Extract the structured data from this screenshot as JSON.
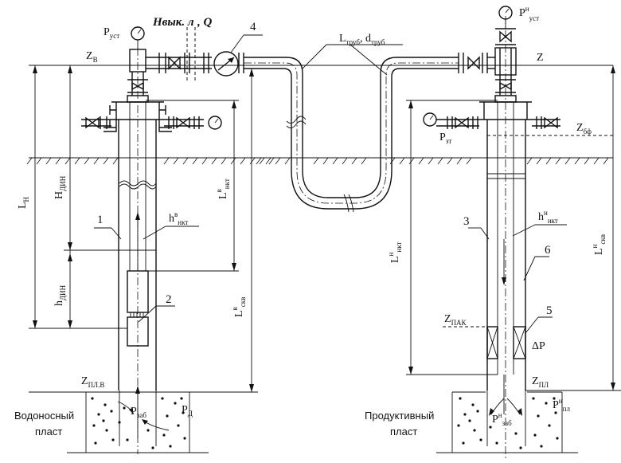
{
  "labels": {
    "p_ust_left": "P",
    "p_ust_left_sub": "уст",
    "h_vyk": "Нвык. л",
    "q": ", Q",
    "n4": "4",
    "l_trub": "L",
    "l_trub_sub": "труб",
    "d_trub": ", d",
    "d_trub_sub": "труб",
    "p_ust_right": "P",
    "p_ust_right_sup": "н",
    "p_ust_right_sub": "уст",
    "z_v": "Z",
    "z_v_sub": "В",
    "z": "Z",
    "l_n": "L",
    "l_n_sub": "Н",
    "h_din_upper": "H",
    "h_din_upper_sub": "ДИН",
    "l_nkt_v": "L",
    "l_nkt_v_sup": "в",
    "l_nkt_v_sub": "нкт",
    "h_nkt_v": "h",
    "h_nkt_v_sup": "в",
    "h_nkt_v_sub": "нкт",
    "n1": "1",
    "n2": "2",
    "h_din_lower": "h",
    "h_din_lower_sub": "ДИН",
    "l_skv_v": "L",
    "l_skv_v_sup": "в",
    "l_skv_v_sub": "скв",
    "z_pl_v": "Z",
    "z_pl_v_sub": "ПЛ.В",
    "p_zab": "P",
    "p_zab_sub": "заб",
    "p_d": "P",
    "p_d_sub": "Д",
    "vodonosny": "Водоносный",
    "plast_left": "пласт",
    "p_zt": "P",
    "p_zt_sub": "зт",
    "z_bf": "Z",
    "z_bf_sub": "бф",
    "n3": "3",
    "h_nkt_n": "h",
    "h_nkt_n_sup": "н",
    "h_nkt_n_sub": "нкт",
    "l_nkt_n": "L",
    "l_nkt_n_sup": "н",
    "l_nkt_n_sub": "нкт",
    "n6": "6",
    "l_skv_n": "L",
    "l_skv_n_sup": "н",
    "l_skv_n_sub": "скв",
    "z_pak": "Z",
    "z_pak_sub": "ПАК",
    "n5": "5",
    "delta_p": "ΔP",
    "z_pl": "Z",
    "z_pl_sub": "ПЛ",
    "produktivny": "Продуктивный",
    "plast_right": "пласт",
    "p_zab_n": "P",
    "p_zab_n_sup": "н",
    "p_zab_n_sub": "заб",
    "p_pl_n": "P",
    "p_pl_n_sup": "н",
    "p_pl_n_sub": "пл"
  },
  "icons": [
    "pressure-gauge-icon",
    "valve-icon",
    "pump-icon",
    "flow-arrow-icon"
  ]
}
